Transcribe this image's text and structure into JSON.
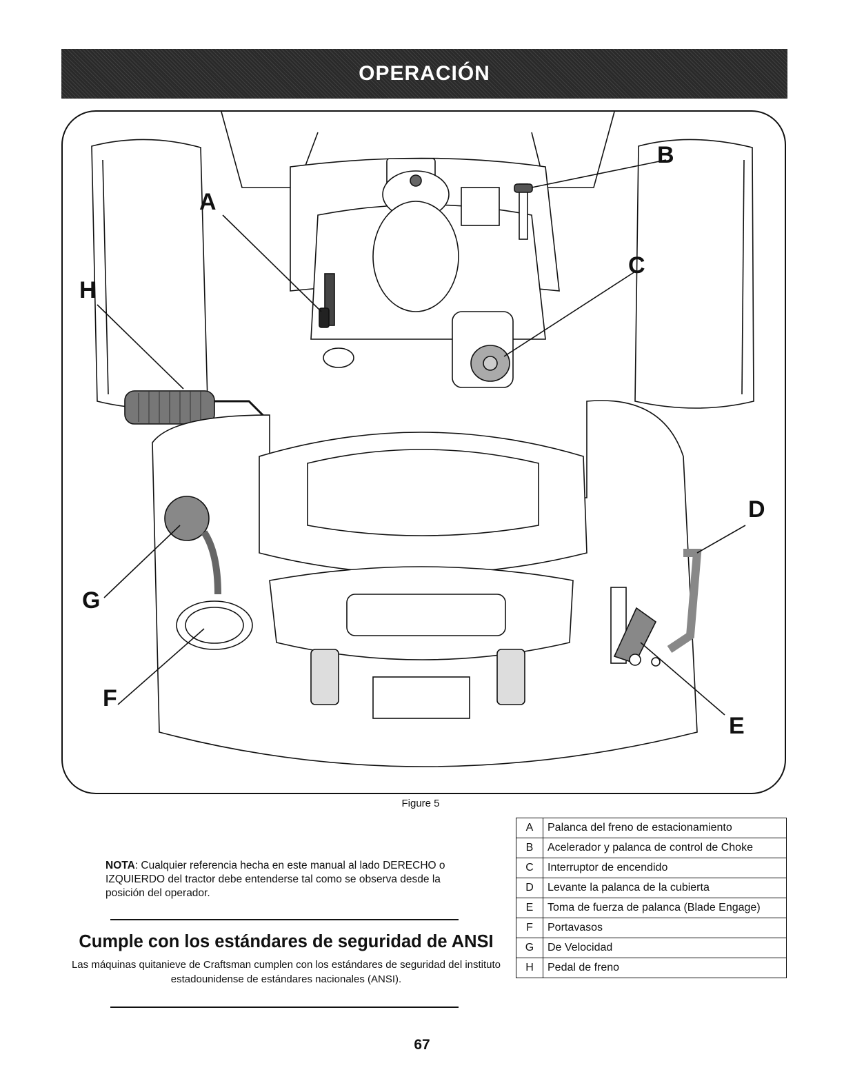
{
  "header": {
    "title": "OPERACIÓN"
  },
  "figure": {
    "caption": "Figure 5",
    "callouts": [
      "A",
      "B",
      "C",
      "D",
      "E",
      "F",
      "G",
      "H"
    ]
  },
  "note": {
    "label": "NOTA",
    "text": ": Cualquier referencia hecha en este manual al lado DERECHO o IZQUIERDO del tractor debe entenderse tal como se observa desde la posición del operador."
  },
  "ansi": {
    "heading": "Cumple con los estándares de seguridad de ANSI",
    "body": "Las máquinas quitanieve de Craftsman cumplen con los estándares de seguridad del instituto estadounidense de estándares nacionales (ANSI)."
  },
  "legend": [
    {
      "key": "A",
      "label": "Palanca del freno de estacionamiento"
    },
    {
      "key": "B",
      "label": "Acelerador y palanca de control de Choke"
    },
    {
      "key": "C",
      "label": "Interruptor de encendido"
    },
    {
      "key": "D",
      "label": "Levante la palanca de la cubierta"
    },
    {
      "key": "E",
      "label": "Toma de fuerza de palanca (Blade Engage)"
    },
    {
      "key": "F",
      "label": "Portavasos"
    },
    {
      "key": "G",
      "label": "De Velocidad"
    },
    {
      "key": "H",
      "label": "Pedal de freno"
    }
  ],
  "page_number": "67"
}
